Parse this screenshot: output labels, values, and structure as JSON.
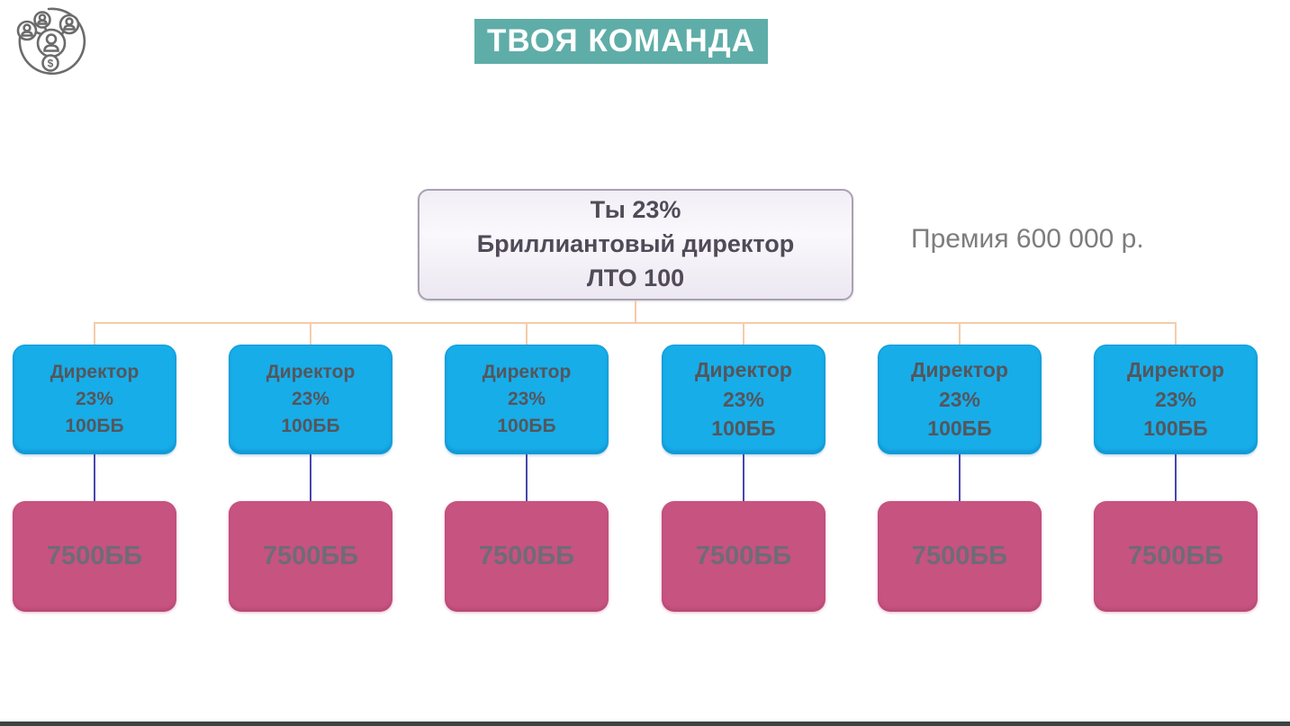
{
  "header": {
    "title": "ТВОЯ КОМАНДА",
    "logo_icon": "team-network-dollar-icon"
  },
  "annotation": {
    "premium": "Премия 600 000 р."
  },
  "tree": {
    "root": {
      "line1": "Ты 23%",
      "line2": "Бриллиантовый директор",
      "line3": "ЛТО 100"
    },
    "directors": [
      {
        "role": "Директор",
        "percent": "23%",
        "volume": "100ББ"
      },
      {
        "role": "Директор",
        "percent": "23%",
        "volume": "100ББ"
      },
      {
        "role": "Директор",
        "percent": "23%",
        "volume": "100ББ"
      },
      {
        "role": "Директор",
        "percent": "23%",
        "volume": "100ББ"
      },
      {
        "role": "Директор",
        "percent": "23%",
        "volume": "100ББ"
      },
      {
        "role": "Директор",
        "percent": "23%",
        "volume": "100ББ"
      }
    ],
    "volumes": [
      "7500ББ",
      "7500ББ",
      "7500ББ",
      "7500ББ",
      "7500ББ",
      "7500ББ"
    ]
  },
  "colors": {
    "title_bg": "#5FADA8",
    "director_box": "#17ADE9",
    "volume_box": "#C65380",
    "root_box_border": "#A9A1B3",
    "tree_connector": "#F5CCA8",
    "sub_connector": "#4747AD",
    "footer_bar": "#3C4442"
  }
}
